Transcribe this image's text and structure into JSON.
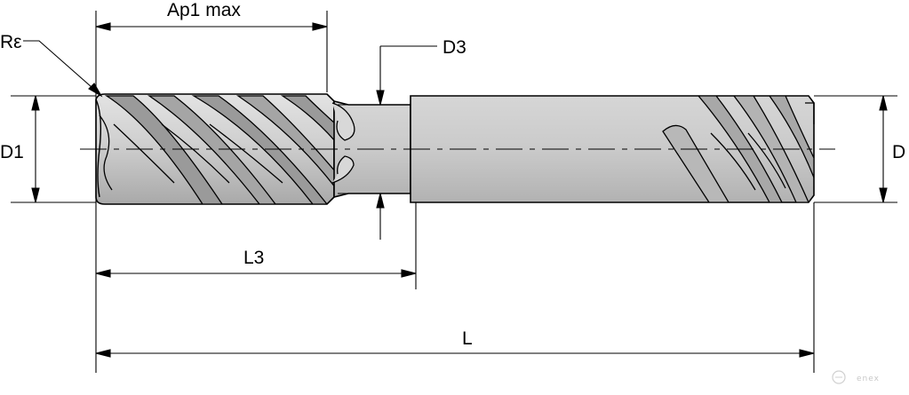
{
  "labels": {
    "ap1_max": "Ap1 max",
    "r_epsilon": "Rε",
    "d3": "D3",
    "d1": "D1",
    "d": "D",
    "l3": "L3",
    "l": "L"
  },
  "watermark": "enex",
  "colors": {
    "tool_fill": "#c9c9c9",
    "tool_light": "#dcdcdc",
    "flute_dark": "#8a8a8a",
    "line": "#000000"
  }
}
